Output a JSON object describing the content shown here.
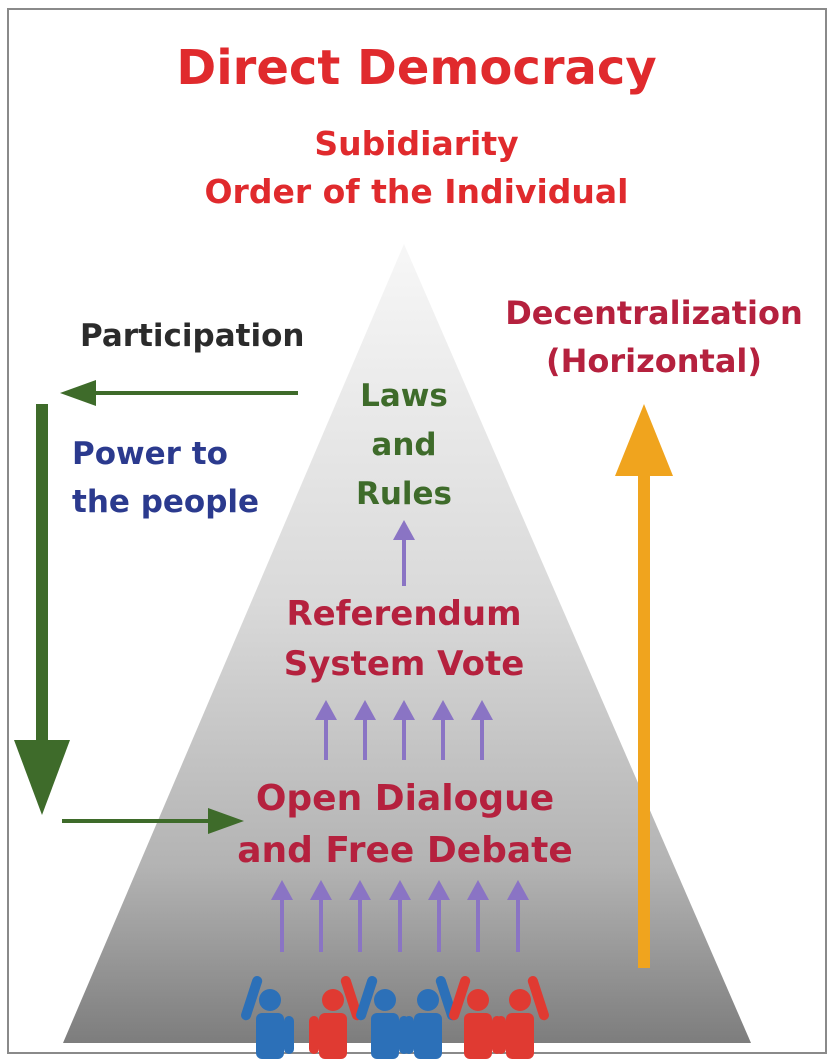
{
  "title": "Direct Democracy",
  "subtitle_line1": "Subidiarity",
  "subtitle_line2": "Order of the Individual",
  "left": {
    "participation": "Participation",
    "power_line1": "Power to",
    "power_line2": "the people"
  },
  "right": {
    "decentral_line1": "Decentralization",
    "decentral_line2": "(Horizontal)"
  },
  "pyramid": {
    "top_line1": "Laws",
    "top_line2": "and",
    "top_line3": "Rules",
    "mid_line1": "Referendum",
    "mid_line2": "System Vote",
    "low_line1": "Open Dialogue",
    "low_line2": "and Free Debate"
  },
  "colors": {
    "red": "#e02a2d",
    "crimson": "#b5213e",
    "green": "#3e6b2a",
    "navy": "#2b3a8e",
    "dark": "#2b2b2b",
    "orange": "#f0a41e",
    "purple": "#8a74c4",
    "blue_person": "#2c70b8",
    "red_person": "#e03a32"
  },
  "people_icons": [
    "person-blue-icon",
    "person-red-icon",
    "person-blue-icon",
    "person-blue-icon",
    "person-red-icon",
    "person-red-icon"
  ]
}
